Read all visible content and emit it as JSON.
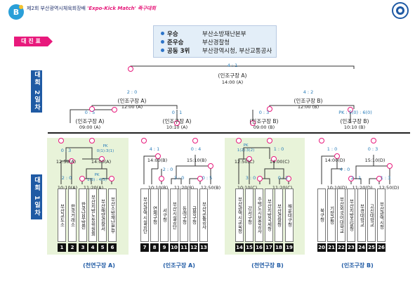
{
  "header": {
    "prefix": "제2회 부산광역시체육회장배 ",
    "highlight": "'Expo-Kick Match' 족구대회"
  },
  "label": "대 진 표",
  "results": [
    {
      "label": "우승",
      "team": "부산소방재난본부"
    },
    {
      "label": "준우승",
      "team": "부산경찰청"
    },
    {
      "label": "공동 3위",
      "team": "부산광역시청, 부산교통공사"
    }
  ],
  "day2_label": "대회 2일차",
  "day1_label": "대회 1일차",
  "final": {
    "score": "4 : 1",
    "venue": "(인조구장 A)",
    "time": "14:00 (A)"
  },
  "semis": [
    {
      "score": "2 : 0",
      "venue": "(인조구장 A)",
      "time": "12:00 (A)"
    },
    {
      "score": "4 : 2",
      "venue": "(인조구장 B)",
      "time": "12:00 (B)"
    }
  ],
  "quarters": [
    {
      "score": "0 : 5",
      "venue": "(인조구장 A)",
      "time": "09:00 (A)"
    },
    {
      "score": "0 : 1",
      "venue": "(인조구장 A)",
      "time": "10:10 (A)"
    },
    {
      "score": "0 : 3",
      "venue": "(인조구장 B)",
      "time": "09:00 (B)"
    },
    {
      "score": "PK : 5(0) : 6(0)",
      "venue": "(인조구장 B)",
      "time": "10:10 (B)"
    }
  ],
  "groups": [
    {
      "venue": "(천연구장 A)",
      "m1": {
        "score": "0 : 3",
        "time": "12:50(A)"
      },
      "m2": {
        "score": "PK\n0(1):3(1)",
        "time": "14:00(A)"
      },
      "m3": {
        "score": "2 : 0",
        "time": "10:10(A)"
      },
      "m4": {
        "score": "PK\n1(3) : 4(3)",
        "time": "11:20(A)"
      },
      "teams": [
        {
          "no": "1",
          "name": "부산교도소"
        },
        {
          "no": "2",
          "name": "한국거래소"
        },
        {
          "no": "3",
          "name": "한국남부발전"
        },
        {
          "no": "4",
          "name": "부산지방노동위원회"
        },
        {
          "no": "5",
          "name": "부산해양경찰서"
        },
        {
          "no": "6",
          "name": "부산소방재난본부"
        }
      ]
    },
    {
      "venue": "(인조구장 A)",
      "m1": {
        "score": "4 : 1",
        "time": "14:00(B)"
      },
      "m2": {
        "score": "0 : 4",
        "time": "15:10(B)"
      },
      "m3": {
        "score": "2 : 0",
        "time": "10:10(B)"
      },
      "m4": {
        "score": "0 : 5",
        "time": "12:50(B)"
      },
      "teams": [
        {
          "no": "7",
          "name": "부산광역시설공단"
        },
        {
          "no": "8",
          "name": "연제구청"
        },
        {
          "no": "9",
          "name": "서구청"
        },
        {
          "no": "10",
          "name": "부산시설공단"
        },
        {
          "no": "11",
          "name": "동래구청"
        },
        {
          "no": "12",
          "name": "금정구청"
        },
        {
          "no": "13",
          "name": "부산교통공사"
        }
      ],
      "m5": {
        "score": "3 : 0",
        "time": "11:20(B)"
      }
    },
    {
      "venue": "(천연구장 B)",
      "m1": {
        "score": "PK\n1(2):3(2)",
        "time": "12:50(C)"
      },
      "m2": {
        "score": "1 : 0",
        "time": "14:00(C)"
      },
      "m3": {
        "score": "3 : 0",
        "time": "10:10(C)"
      },
      "m4": {
        "score": "0 : 2",
        "time": "11:20(C)"
      },
      "teams": [
        {
          "no": "14",
          "name": "부산광역시교육청"
        },
        {
          "no": "15",
          "name": "강서구청"
        },
        {
          "no": "16",
          "name": "주택도시보증공사"
        },
        {
          "no": "17",
          "name": "부산지방국세청"
        },
        {
          "no": "18",
          "name": "부산경찰청"
        },
        {
          "no": "19",
          "name": "해운대구청"
        }
      ]
    },
    {
      "venue": "(인조구장 B)",
      "m1": {
        "score": "1 : 0",
        "time": "14:00(D)"
      },
      "m2": {
        "score": "0 : 3",
        "time": "15:10(D)"
      },
      "m3": {
        "score": "4 : 0",
        "time": "10:10(D)"
      },
      "m4": {
        "score": "2 : 1",
        "time": "11:20(D)"
      },
      "m5": {
        "score": "1 : 3",
        "time": "12:50(D)"
      },
      "teams": [
        {
          "no": "20",
          "name": "북구청"
        },
        {
          "no": "21",
          "name": "기장군청"
        },
        {
          "no": "22",
          "name": "부산외국어대학교"
        },
        {
          "no": "23",
          "name": "부산지방조달청"
        },
        {
          "no": "24",
          "name": "부경대학교"
        },
        {
          "no": "25",
          "name": "고신대학교"
        },
        {
          "no": "26",
          "name": "부산광역시청"
        }
      ]
    }
  ]
}
